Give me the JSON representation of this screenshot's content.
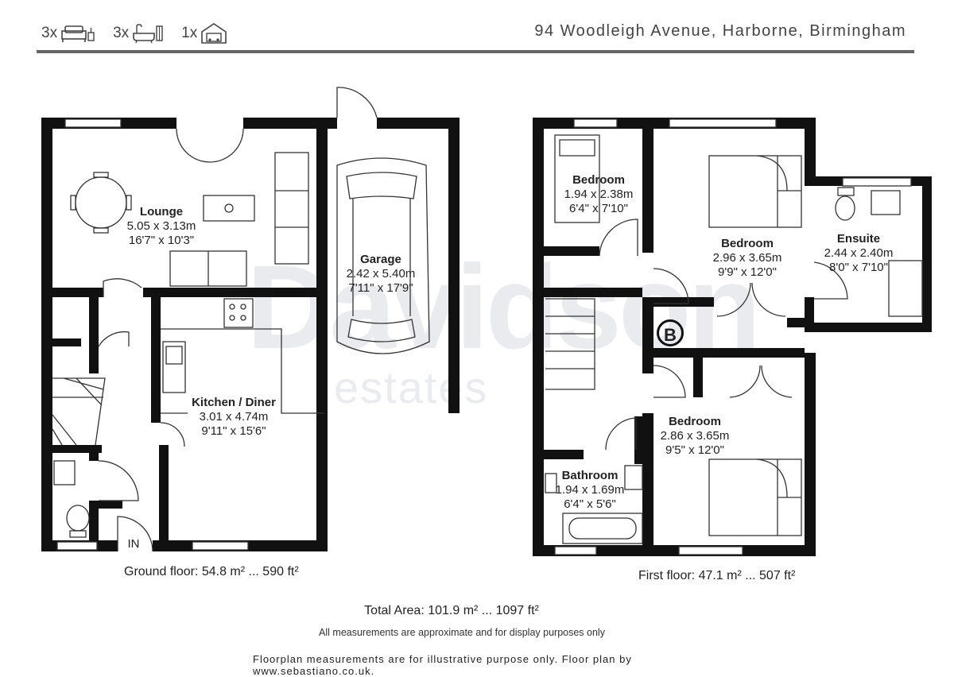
{
  "header": {
    "counts": [
      {
        "value": "3x",
        "icon": "bed-icon"
      },
      {
        "value": "3x",
        "icon": "bath-icon"
      },
      {
        "value": "1x",
        "icon": "garage-icon"
      }
    ],
    "address": "94 Woodleigh Avenue, Harborne, Birmingham"
  },
  "watermark": {
    "main": "Davidson",
    "sub": "estates"
  },
  "ground_floor": {
    "rooms": [
      {
        "name": "Lounge",
        "metric": "5.05 x 3.13m",
        "imperial": "16'7\" x 10'3\""
      },
      {
        "name": "Garage",
        "metric": "2.42 x 5.40m",
        "imperial": "7'11\" x 17'9\""
      },
      {
        "name": "Kitchen / Diner",
        "metric": "3.01 x 4.74m",
        "imperial": "9'11\" x 15'6\""
      }
    ],
    "entrance": "IN",
    "area": "Ground floor: 54.8 m² ... 590 ft²"
  },
  "first_floor": {
    "rooms": [
      {
        "name": "Bedroom",
        "metric": "1.94 x 2.38m",
        "imperial": "6'4\" x 7'10\""
      },
      {
        "name": "Bedroom",
        "metric": "2.96 x 3.65m",
        "imperial": "9'9\" x 12'0\""
      },
      {
        "name": "Ensuite",
        "metric": "2.44 x 2.40m",
        "imperial": "8'0\" x 7'10\""
      },
      {
        "name": "Bedroom",
        "metric": "2.86 x 3.65m",
        "imperial": "9'5\" x 12'0\""
      },
      {
        "name": "Bathroom",
        "metric": "1.94 x 1.69m",
        "imperial": "6'4\" x 5'6\""
      }
    ],
    "boiler": "B",
    "area": "First floor: 47.1 m² ... 507 ft²"
  },
  "totals": {
    "total": "Total Area: 101.9 m² ... 1097 ft²",
    "disclaimer": "All measurements are approximate and for display purposes only"
  },
  "footer": "Floorplan measurements are for illustrative purpose only. Floor plan by www.sebastiano.co.uk."
}
